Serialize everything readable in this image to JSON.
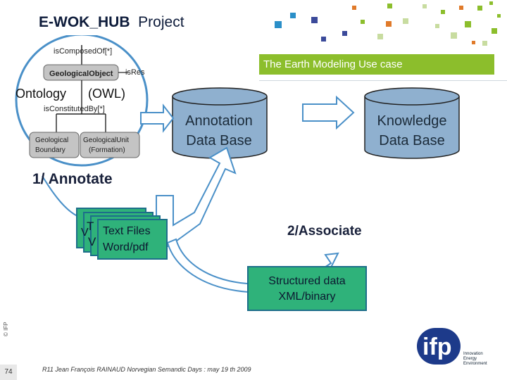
{
  "header": {
    "title_bold": "E-WOK_HUB",
    "title_rest": "Project",
    "banner": "The Earth Modeling Use case",
    "brand_color": "#8cbe2c"
  },
  "ontology": {
    "label": "Ontology",
    "owl": "(OWL)",
    "is_composed_of": "isComposedOf[*]",
    "geological_object": "GeologicalObject",
    "is_res": "isRes",
    "is_constituted_by": "isConstitutedBy[*]",
    "boundary_l1": "Geological",
    "boundary_l2": "Boundary",
    "unit_l1": "GeologicalUnit",
    "unit_l2": "(Formation)"
  },
  "databases": {
    "annotation_l1": "Annotation",
    "annotation_l2": "Data Base",
    "knowledge_l1": "Knowledge",
    "knowledge_l2": "Data Base"
  },
  "steps": {
    "annotate": "1/ Annotate",
    "associate": "2/Associate"
  },
  "documents": {
    "line1": "Text Files",
    "line2": "Word/pdf",
    "ghost1": "T",
    "ghost2": "V"
  },
  "structured": {
    "line1": "Structured data",
    "line2": "XML/binary"
  },
  "footer": {
    "note": "R11 Jean François RAINAUD Norvegian Semandic Days : may 19 th 2009",
    "page": "74",
    "copyright": "© IFP",
    "logo_text": "ifp",
    "logo_tag_1": "Innovation",
    "logo_tag_2": "Energy",
    "logo_tag_3": "Environment"
  }
}
